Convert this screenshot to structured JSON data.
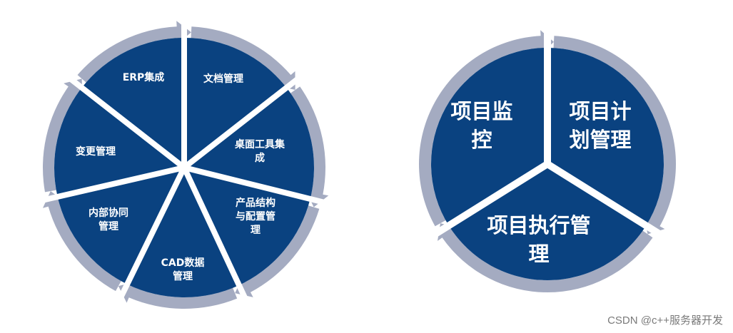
{
  "colors": {
    "segment_fill": "#0a4280",
    "ring_arrow": "#a4abc1",
    "divider": "#ffffff",
    "label_text": "#ffffff",
    "watermark_text": "#7a7a7a"
  },
  "left_diagram": {
    "segments": [
      {
        "label": "ERP集成"
      },
      {
        "label": "文档管理"
      },
      {
        "label": "桌面工具集\n成"
      },
      {
        "label": "产品结构\n与配置管\n理"
      },
      {
        "label": "CAD数据\n管理"
      },
      {
        "label": "内部协同\n管理"
      },
      {
        "label": "变更管理"
      }
    ]
  },
  "right_diagram": {
    "segments": [
      {
        "label": "项目监\n控"
      },
      {
        "label": "项目计\n划管理"
      },
      {
        "label": "项目执行管\n理"
      }
    ]
  },
  "watermark": "CSDN @c++服务器开发"
}
